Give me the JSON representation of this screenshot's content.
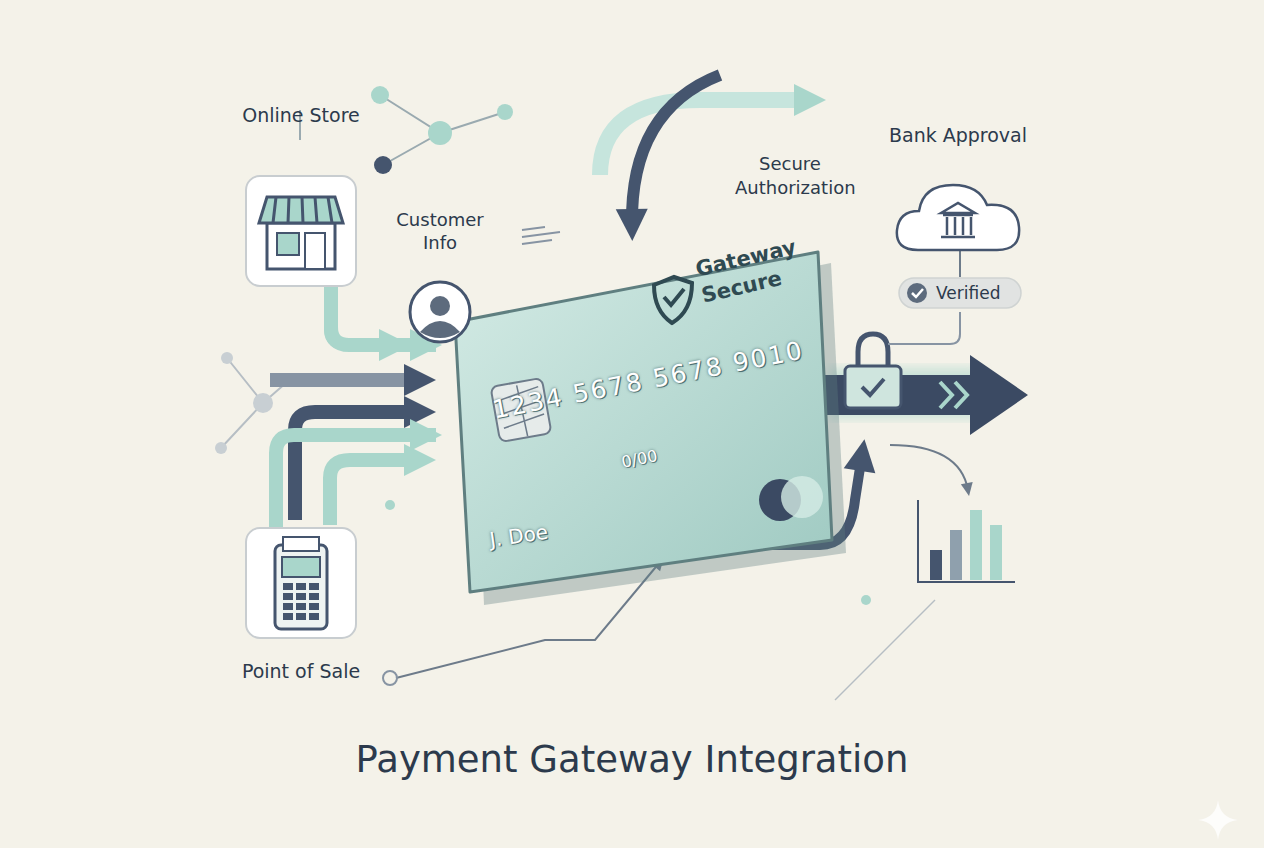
{
  "diagram": {
    "title": "Payment Gateway Integration",
    "nodes": [
      {
        "text": [
          "Online Store"
        ]
      },
      {
        "text": [
          "Customer Info"
        ]
      },
      {
        "text": [
          "Gateway Secure",
          "1234 5678 5678 9010",
          "0/00",
          "J. Doe"
        ]
      },
      {
        "text": [
          "Bank Approval"
        ]
      },
      {
        "text": [
          "Verified"
        ]
      },
      {
        "text": [
          "Point of Sale"
        ]
      }
    ],
    "edges": [
      {
        "from": 0,
        "to": 2,
        "arrow": "to"
      },
      {
        "from": 5,
        "to": 2,
        "arrow": "to"
      },
      {
        "from": 3,
        "to": 4,
        "arrow": "none"
      }
    ],
    "labels": [
      "Secure Authorization"
    ]
  }
}
